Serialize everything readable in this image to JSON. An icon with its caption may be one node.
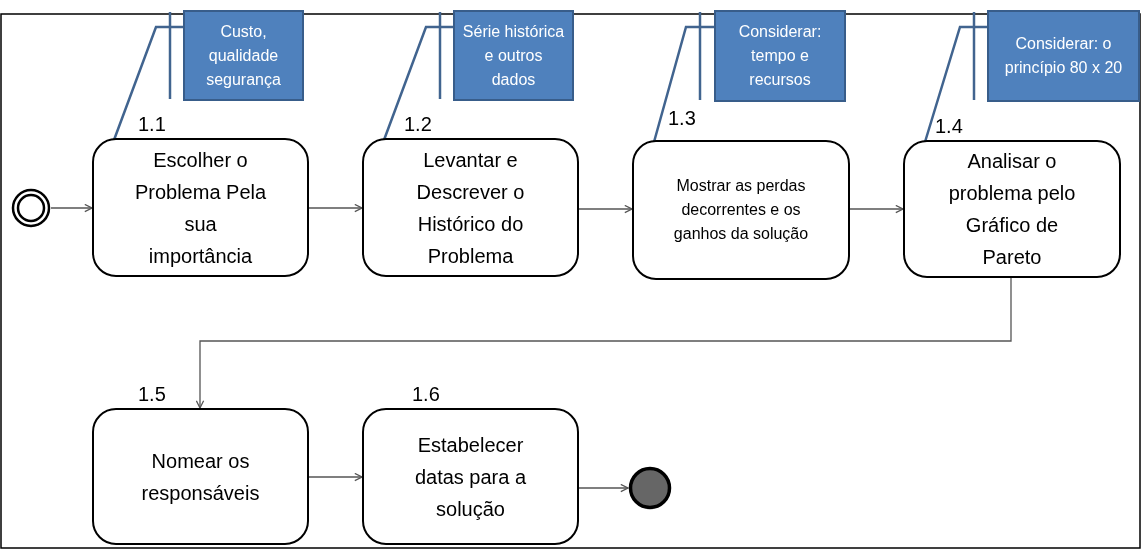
{
  "diagram": {
    "nodes": [
      {
        "text": [],
        "shape": "circle"
      },
      {
        "text": [
          "Escolher o Problema Pela sua importância"
        ],
        "beside": [
          "1.1"
        ]
      },
      {
        "text": [
          "Levantar e Descrever o Histórico do Problema"
        ],
        "beside": [
          "1.2"
        ]
      },
      {
        "text": [
          "Mostrar as perdas decorrentes e os ganhos da solução"
        ],
        "beside": [
          "1.3"
        ]
      },
      {
        "text": [
          "Analisar o problema pelo Gráfico de Pareto"
        ],
        "beside": [
          "1.4"
        ]
      },
      {
        "text": [
          "Nomear os responsáveis"
        ],
        "beside": [
          "1.5"
        ]
      },
      {
        "text": [
          "Estabelecer datas para a solução"
        ],
        "beside": [
          "1.6"
        ]
      },
      {
        "text": [],
        "shape": "circle"
      },
      {
        "text": [
          "Custo, qualidade segurança"
        ]
      },
      {
        "text": [
          "Série histórica e outros dados"
        ]
      },
      {
        "text": [
          "Considerar: tempo e recursos"
        ]
      },
      {
        "text": [
          "Considerar: o princípio 80 x 20"
        ]
      }
    ],
    "edges": [
      {
        "from": 0,
        "to": 1,
        "arrow": "to"
      },
      {
        "from": 1,
        "to": 2,
        "arrow": "to"
      },
      {
        "from": 2,
        "to": 3,
        "arrow": "to"
      },
      {
        "from": 3,
        "to": 4,
        "arrow": "to"
      },
      {
        "from": 4,
        "to": 5,
        "arrow": "to"
      },
      {
        "from": 5,
        "to": 6,
        "arrow": "to"
      },
      {
        "from": 6,
        "to": 7,
        "arrow": "to"
      },
      {
        "from": 8,
        "to": 1,
        "arrow": "none",
        "color": "#41648f"
      },
      {
        "from": 9,
        "to": 2,
        "arrow": "none",
        "color": "#41648f"
      },
      {
        "from": 10,
        "to": 3,
        "arrow": "none",
        "color": "#41648f"
      },
      {
        "from": 11,
        "to": 4,
        "arrow": "none",
        "color": "#41648f"
      }
    ]
  }
}
